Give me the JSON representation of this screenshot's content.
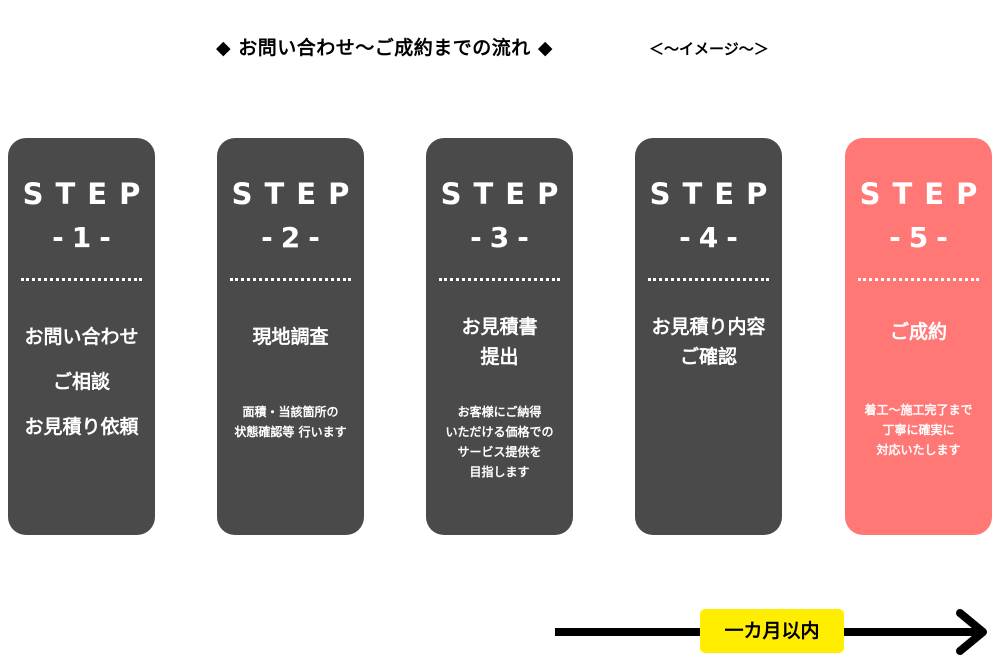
{
  "header": {
    "title": "◆ お問い合わせ～ご成約までの流れ ◆",
    "subtitle": "＜～イメージ～＞"
  },
  "steps": [
    {
      "label": "STEP",
      "number": "-1-",
      "title": [
        "お問い合わせ",
        "ご相談",
        "お見積り依頼"
      ],
      "desc": []
    },
    {
      "label": "STEP",
      "number": "-2-",
      "title": [
        "現地調査"
      ],
      "desc": [
        "面積・当該箇所の",
        "状態確認等 行います"
      ]
    },
    {
      "label": "STEP",
      "number": "-3-",
      "title": [
        "お見積書",
        "提出"
      ],
      "desc": [
        "お客様にご納得",
        "いただける価格での",
        "サービス提供を",
        "目指します"
      ]
    },
    {
      "label": "STEP",
      "number": "-4-",
      "title": [
        "お見積り内容",
        "ご確認"
      ],
      "desc": []
    },
    {
      "label": "STEP",
      "number": "-5-",
      "title": [
        "ご成約"
      ],
      "desc": [
        "着工～施工完了まで",
        "丁寧に確実に",
        "対応いたします"
      ]
    }
  ],
  "timeline": {
    "label": "一カ月以内"
  },
  "colors": {
    "card": "#4a4a4a",
    "card_final": "#ff7876",
    "badge": "#ffee00",
    "arrow": "#000000"
  }
}
